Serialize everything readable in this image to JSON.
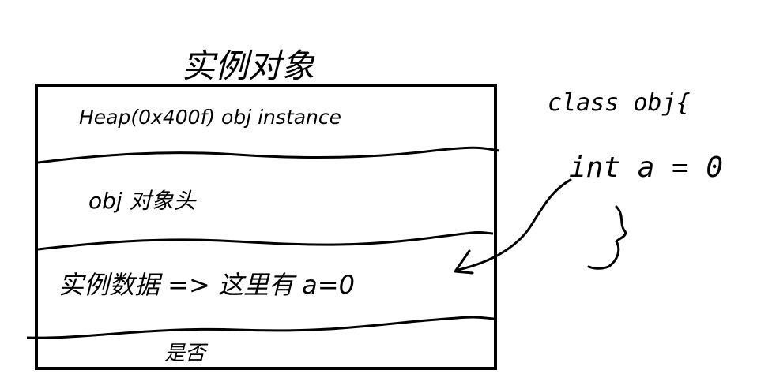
{
  "title": "实例对象",
  "sections": [
    {
      "label": "Heap(0x400f) obj instance"
    },
    {
      "label": "obj 对象头"
    },
    {
      "label": "实例数据 => 这里有 a=0"
    },
    {
      "label": "是否"
    }
  ],
  "code": {
    "line1": "class obj{",
    "line2": "int a = 0",
    "line3": "}"
  },
  "colors": {
    "ink": "#000000",
    "background": "#ffffff"
  }
}
